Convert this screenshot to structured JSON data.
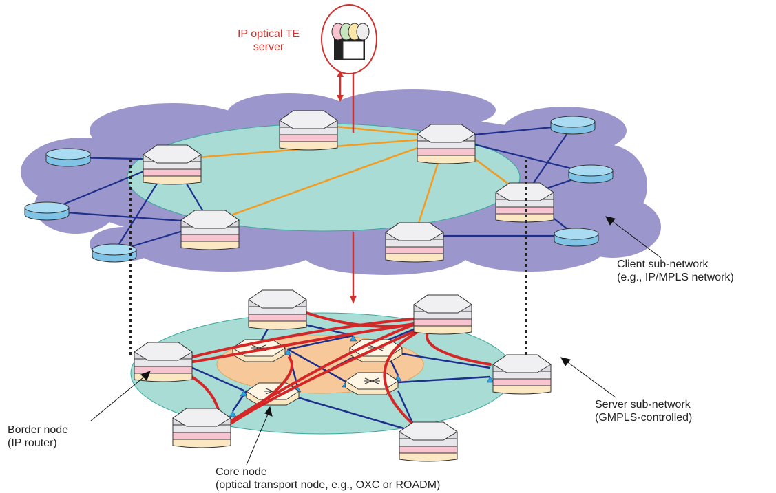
{
  "labels": {
    "te_server_line1": "IP optical TE",
    "te_server_line2": "server",
    "client_line1": "Client sub-network",
    "client_line2": "(e.g., IP/MPLS network)",
    "server_line1": "Server sub-network",
    "server_line2": "(GMPLS-controlled)",
    "border_line1": "Border node",
    "border_line2": "(IP router)",
    "core_line1": "Core node",
    "core_line2": "(optical transport node, e.g., OXC or ROADM)"
  },
  "colors": {
    "client_cloud": "#9b97cc",
    "inner_ellipse": "#a8dcd5",
    "server_outer": "#a8dcd5",
    "server_core": "#f7c99a",
    "ip_link": "#1e2f8c",
    "te_link": "#f49b1e",
    "lsp_path": "#d42727",
    "te_arrow": "#d0312d",
    "router_top": "#e8e8ec",
    "router_mid": "#f7c4d0",
    "router_bottom": "#fbe8c2",
    "client_router": "#a9dbf2"
  },
  "icons": {
    "te_server": "server-icon",
    "border_router": "router-stack-icon",
    "client_router": "cylinder-router-icon",
    "core_node": "oxc-icon"
  }
}
